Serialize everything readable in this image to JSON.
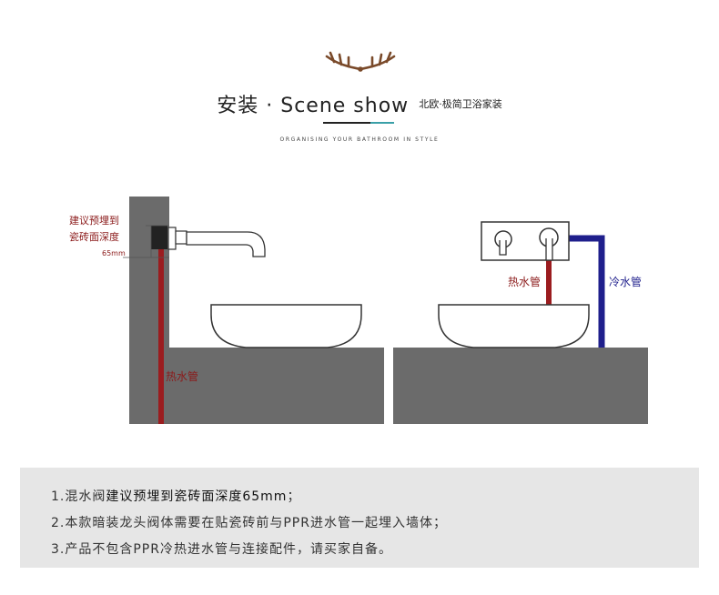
{
  "header": {
    "title_main": "安装 · Scene show",
    "title_sub": "北欧·极简卫浴家装",
    "tagline": "ORGANISING YOUR BATHROOM IN STYLE"
  },
  "diagram": {
    "left": {
      "depth_note_line1": "建议预埋到",
      "depth_note_line2": "瓷砖面深度",
      "depth_value": "65mm",
      "hot_pipe_label": "热水管"
    },
    "right": {
      "hot_pipe_label": "热水管",
      "cold_pipe_label": "冷水管"
    }
  },
  "notes": [
    {
      "prefix": "1.混水阀",
      "emphasis": "建议预埋到瓷砖面深度65mm",
      "suffix": "；"
    },
    {
      "prefix": "2.本款暗装龙头阀体需要在贴瓷砖前与PPR进水管一起埋入墙体；",
      "emphasis": "",
      "suffix": ""
    },
    {
      "prefix": "3.产品不包含PPR冷热进水管与连接配件，请买家自备。",
      "emphasis": "",
      "suffix": ""
    }
  ],
  "colors": {
    "wall": "#6b6b6b",
    "hot_pipe": "#9b1c1f",
    "cold_pipe": "#1f1f8c",
    "annotation_text": "#8b1a1a",
    "accent": "#3aa0a8"
  }
}
